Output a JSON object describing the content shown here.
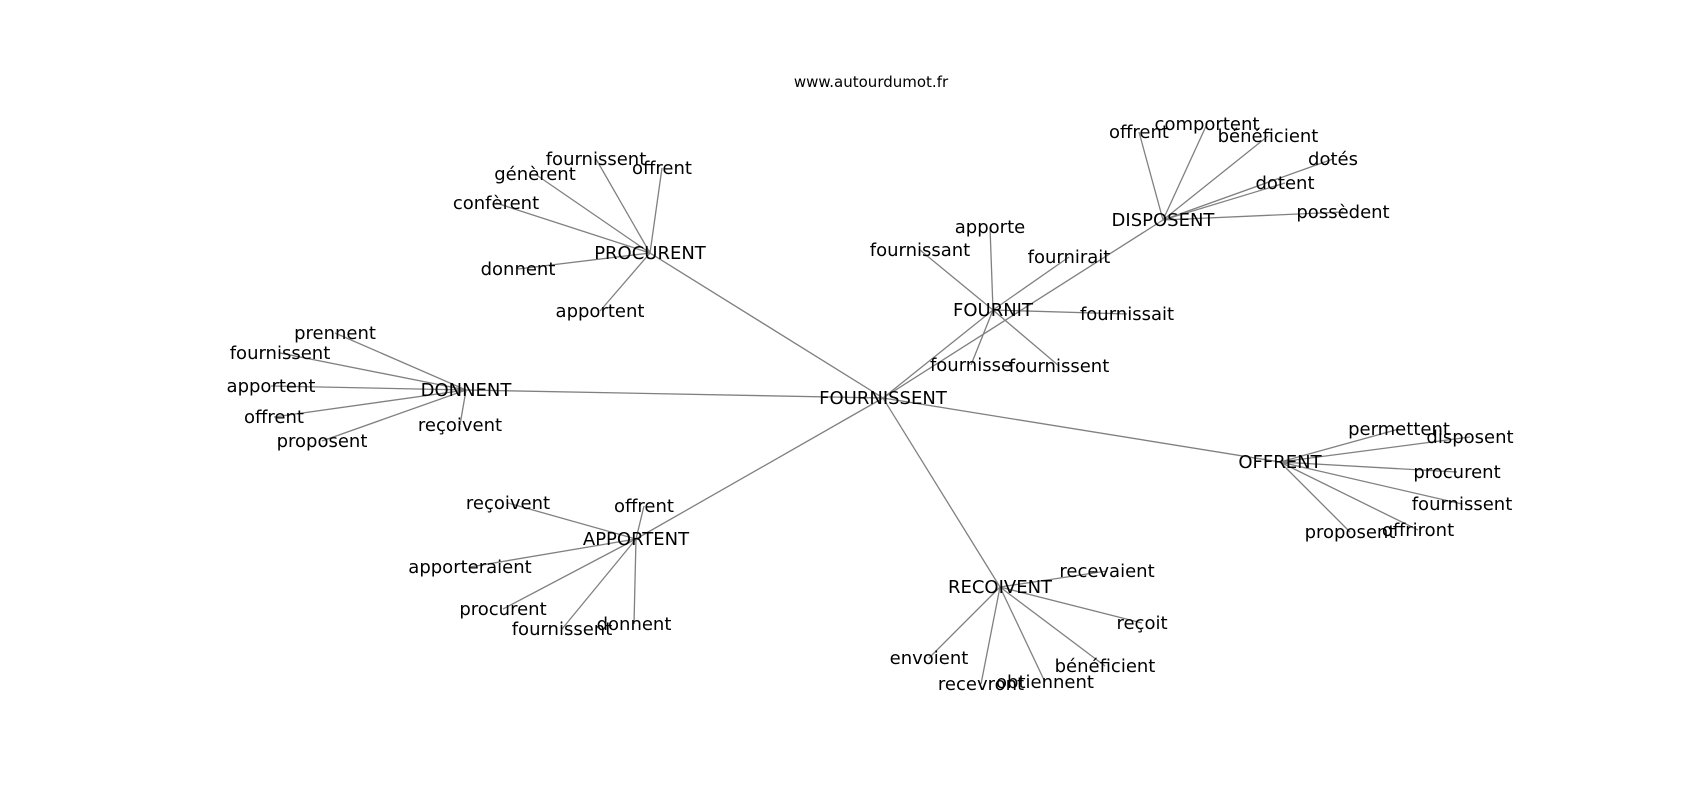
{
  "site_label": "www.autourdumot.fr",
  "center": {
    "label": "FOURNISSENT"
  },
  "groups": [
    {
      "hub": "PROCURENT",
      "leaves": [
        "fournissent",
        "offrent",
        "génèrent",
        "confèrent",
        "donnent",
        "apportent"
      ]
    },
    {
      "hub": "DONNENT",
      "leaves": [
        "prennent",
        "fournissent",
        "apportent",
        "offrent",
        "proposent",
        "reçoivent"
      ]
    },
    {
      "hub": "APPORTENT",
      "leaves": [
        "reçoivent",
        "offrent",
        "apporteraient",
        "procurent",
        "fournissent",
        "donnent"
      ]
    },
    {
      "hub": "RECOIVENT",
      "leaves": [
        "recevaient",
        "reçoit",
        "bénéficient",
        "obtiennent",
        "recevront",
        "envoient"
      ]
    },
    {
      "hub": "OFFRENT",
      "leaves": [
        "permettent",
        "disposent",
        "procurent",
        "fournissent",
        "offriront",
        "proposent"
      ]
    },
    {
      "hub": "FOURNIT",
      "leaves": [
        "apporte",
        "fournissant",
        "fournirait",
        "fournissait",
        "fournissent",
        "fournisse"
      ]
    },
    {
      "hub": "DISPOSENT",
      "leaves": [
        "offrent",
        "comportent",
        "bénéficient",
        "dotés",
        "dotent",
        "possèdent"
      ]
    }
  ]
}
